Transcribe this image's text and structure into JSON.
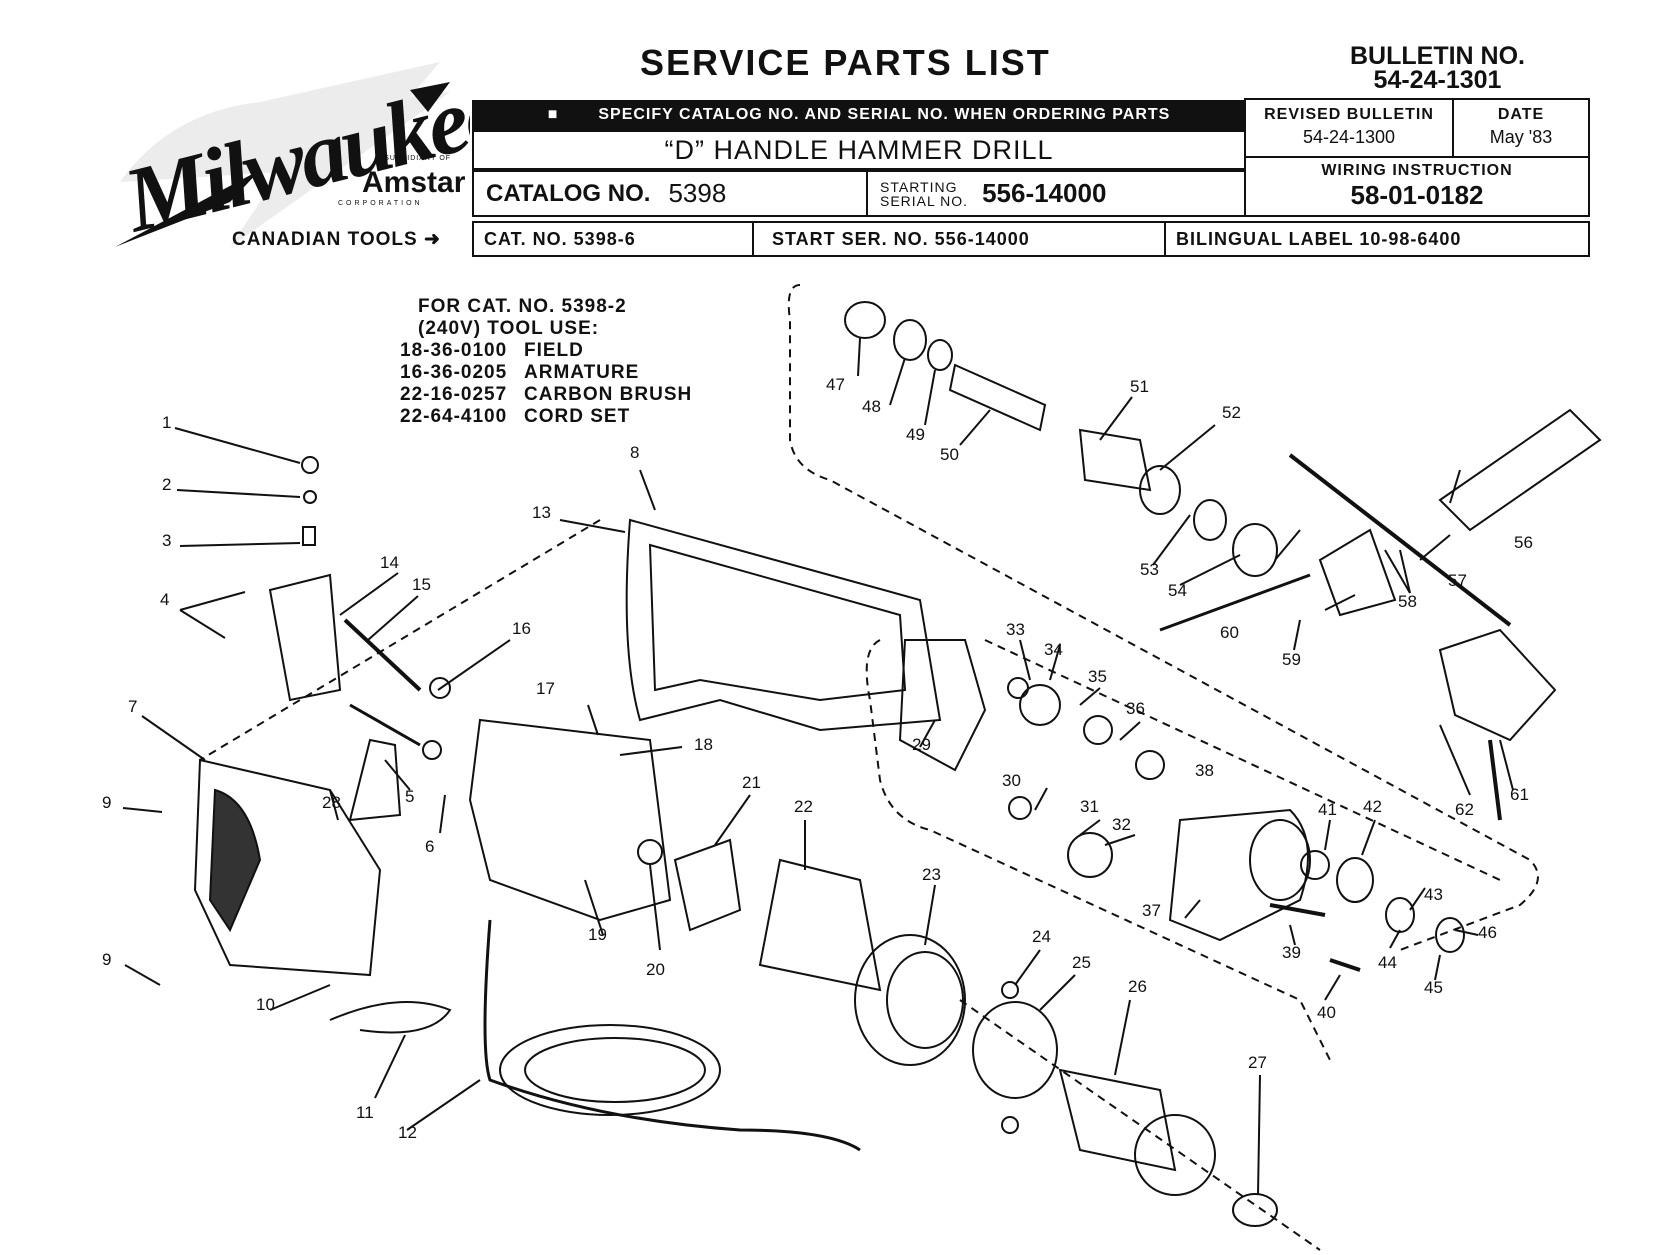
{
  "header": {
    "title": "SERVICE PARTS LIST",
    "bulletin_label": "BULLETIN NO.",
    "bulletin_no": "54-24-1301",
    "ordering_note": "SPECIFY CATALOG NO. AND SERIAL NO. WHEN ORDERING PARTS",
    "product": "“D” HANDLE HAMMER DRILL",
    "catalog_label": "CATALOG NO.",
    "catalog_no": "5398",
    "starting_label_1": "STARTING",
    "starting_label_2": "SERIAL NO.",
    "serial_no": "556-14000",
    "revised_label": "REVISED BULLETIN",
    "revised_no": "54-24-1300",
    "date_label": "DATE",
    "date": "May '83",
    "wiring_label": "WIRING INSTRUCTION",
    "wiring_no": "58-01-0182"
  },
  "brand": {
    "name": "Milwaukee",
    "subsidiary": "A SUBSIDIARY OF",
    "parent": "Amstar",
    "corporation": "CORPORATION"
  },
  "canadian": {
    "label": "CANADIAN TOOLS",
    "cat_no": "CAT. NO.  5398-6",
    "start_ser": "START SER. NO.  556-14000",
    "bilingual": "BILINGUAL LABEL  10-98-6400"
  },
  "note": {
    "line1": "FOR CAT. NO. 5398-2",
    "line2": "(240V) TOOL USE:",
    "items": [
      {
        "part": "18-36-0100",
        "desc": "FIELD"
      },
      {
        "part": "16-36-0205",
        "desc": "ARMATURE"
      },
      {
        "part": "22-16-0257",
        "desc": "CARBON BRUSH"
      },
      {
        "part": "22-64-4100",
        "desc": "CORD SET"
      }
    ]
  },
  "callouts": [
    "1",
    "2",
    "3",
    "4",
    "5",
    "6",
    "7",
    "8",
    "9",
    "9",
    "10",
    "11",
    "12",
    "13",
    "14",
    "15",
    "16",
    "17",
    "18",
    "19",
    "20",
    "21",
    "22",
    "23",
    "24",
    "25",
    "26",
    "27",
    "28",
    "29",
    "30",
    "31",
    "32",
    "33",
    "34",
    "35",
    "36",
    "37",
    "38",
    "39",
    "40",
    "41",
    "42",
    "43",
    "44",
    "45",
    "46",
    "47",
    "48",
    "49",
    "50",
    "51",
    "52",
    "53",
    "54",
    "56",
    "57",
    "58",
    "59",
    "60",
    "61",
    "62"
  ]
}
